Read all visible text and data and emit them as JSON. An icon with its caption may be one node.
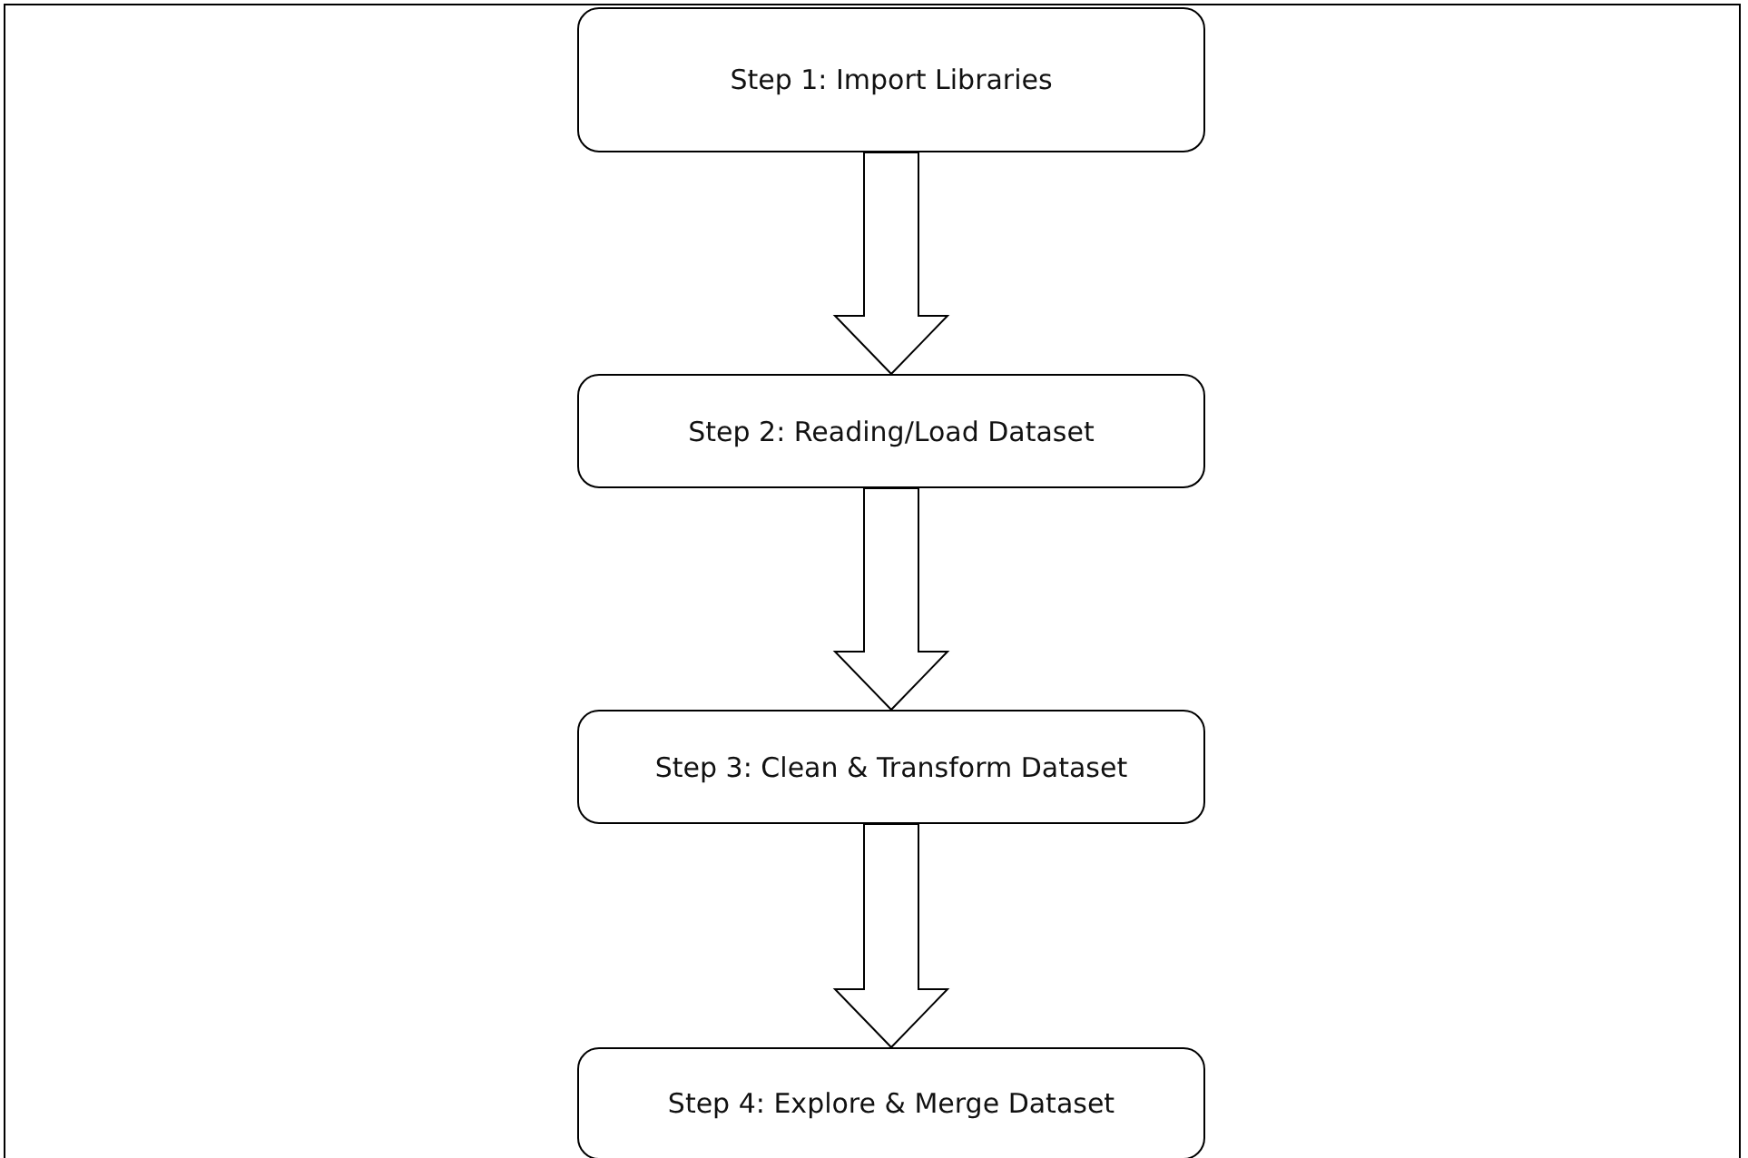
{
  "diagram": {
    "nodes": [
      {
        "text": [
          "Step 1: Import Libraries"
        ]
      },
      {
        "text": [
          "Step 2: Reading/Load Dataset"
        ]
      },
      {
        "text": [
          "Step 3: Clean & Transform Dataset"
        ]
      },
      {
        "text": [
          "Step 4: Explore & Merge Dataset"
        ]
      }
    ],
    "edges": [
      {
        "from": 0,
        "to": 1,
        "arrow": "to"
      },
      {
        "from": 1,
        "to": 2,
        "arrow": "to"
      },
      {
        "from": 2,
        "to": 3,
        "arrow": "to"
      }
    ]
  }
}
